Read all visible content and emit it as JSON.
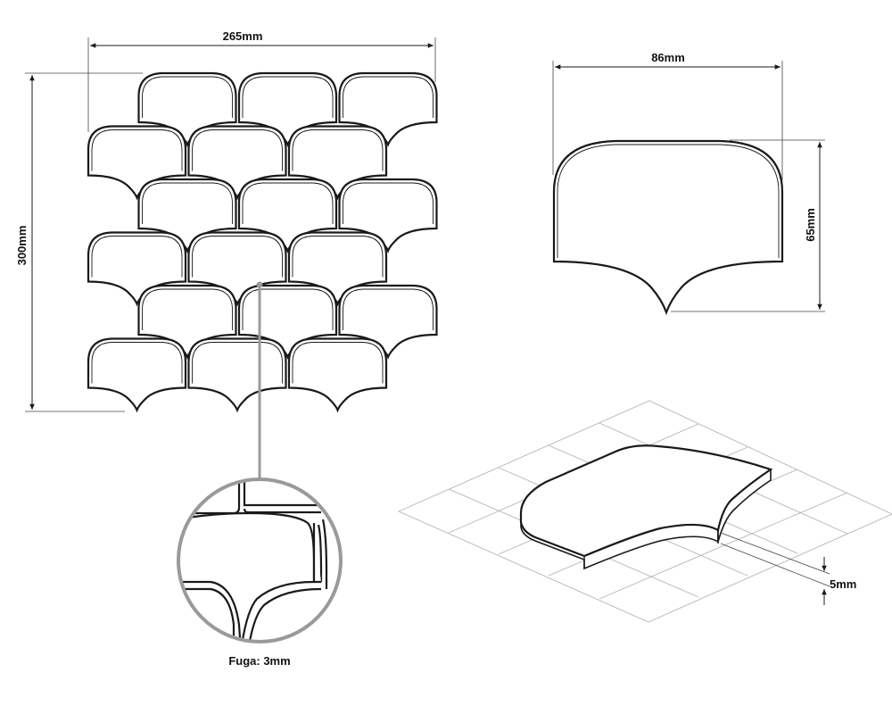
{
  "sheet": {
    "width_label": "265mm",
    "height_label": "300mm",
    "rows": 6,
    "cols": 3
  },
  "tile_front": {
    "width_label": "86mm",
    "height_label": "65mm"
  },
  "tile_iso": {
    "thickness_label": "5mm"
  },
  "detail": {
    "caption": "Fuga: 3mm"
  },
  "colors": {
    "line": "#1a1a1a",
    "grid": "#b5b5b5",
    "leader": "#9a9a9a"
  }
}
